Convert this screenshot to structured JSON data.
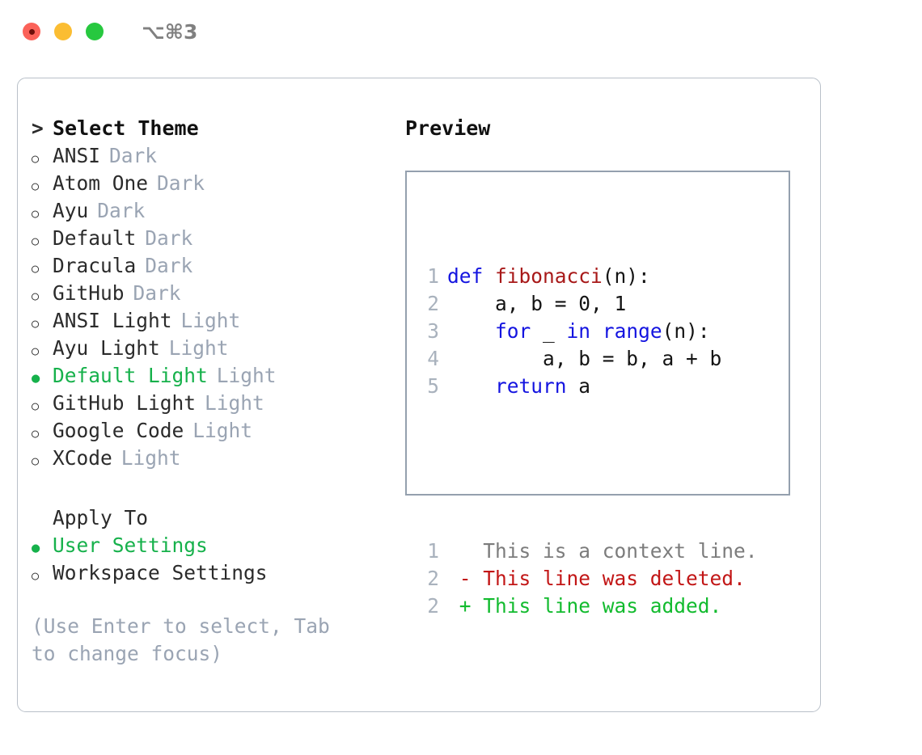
{
  "titlebar": {
    "shortcut": "⌥⌘3",
    "lights": [
      "close",
      "minimize",
      "zoom"
    ]
  },
  "theme_list": {
    "header": "Select Theme",
    "header_marker": ">",
    "items": [
      {
        "label": "ANSI",
        "tag": "Dark",
        "selected": false
      },
      {
        "label": "Atom One",
        "tag": "Dark",
        "selected": false
      },
      {
        "label": "Ayu",
        "tag": "Dark",
        "selected": false
      },
      {
        "label": "Default",
        "tag": "Dark",
        "selected": false
      },
      {
        "label": "Dracula",
        "tag": "Dark",
        "selected": false
      },
      {
        "label": "GitHub",
        "tag": "Dark",
        "selected": false
      },
      {
        "label": "ANSI Light",
        "tag": "Light",
        "selected": false
      },
      {
        "label": "Ayu Light",
        "tag": "Light",
        "selected": false
      },
      {
        "label": "Default Light",
        "tag": "Light",
        "selected": true
      },
      {
        "label": "GitHub Light",
        "tag": "Light",
        "selected": false
      },
      {
        "label": "Google Code",
        "tag": "Light",
        "selected": false
      },
      {
        "label": "XCode",
        "tag": "Light",
        "selected": false
      }
    ]
  },
  "apply_to": {
    "header": "Apply To",
    "items": [
      {
        "label": "User Settings",
        "selected": true
      },
      {
        "label": "Workspace Settings",
        "selected": false
      }
    ]
  },
  "hint": "(Use Enter to select, Tab to change focus)",
  "preview": {
    "title": "Preview",
    "code_lines": [
      {
        "num": "1",
        "tokens": [
          {
            "t": "def ",
            "c": "kw"
          },
          {
            "t": "fibonacci",
            "c": "fn"
          },
          {
            "t": "(n):",
            "c": "plain"
          }
        ]
      },
      {
        "num": "2",
        "tokens": [
          {
            "t": "    a, b = 0, 1",
            "c": "plain"
          }
        ]
      },
      {
        "num": "3",
        "tokens": [
          {
            "t": "    ",
            "c": "plain"
          },
          {
            "t": "for ",
            "c": "kw"
          },
          {
            "t": "_ ",
            "c": "plain"
          },
          {
            "t": "in ",
            "c": "kw"
          },
          {
            "t": "range",
            "c": "kw"
          },
          {
            "t": "(n):",
            "c": "plain"
          }
        ]
      },
      {
        "num": "4",
        "tokens": [
          {
            "t": "        a, b = b, a + b",
            "c": "plain"
          }
        ]
      },
      {
        "num": "5",
        "tokens": [
          {
            "t": "    ",
            "c": "plain"
          },
          {
            "t": "return ",
            "c": "kw"
          },
          {
            "t": "a",
            "c": "plain"
          }
        ]
      }
    ],
    "diff_lines": [
      {
        "num": "1",
        "tokens": [
          {
            "t": "   This is a context line.",
            "c": "ctx"
          }
        ]
      },
      {
        "num": "2",
        "tokens": [
          {
            "t": " - This line was deleted.",
            "c": "del"
          }
        ]
      },
      {
        "num": "2",
        "tokens": [
          {
            "t": " + This line was added.",
            "c": "add"
          }
        ]
      }
    ]
  },
  "colors": {
    "accent_green": "#16b14b",
    "muted_gray": "#9aa4b3",
    "keyword_blue": "#1414e0",
    "function_red": "#a81919",
    "diff_deleted": "#c21616",
    "diff_added": "#12bb2e",
    "panel_border": "#b9c0c9",
    "preview_border": "#94a0ae"
  }
}
